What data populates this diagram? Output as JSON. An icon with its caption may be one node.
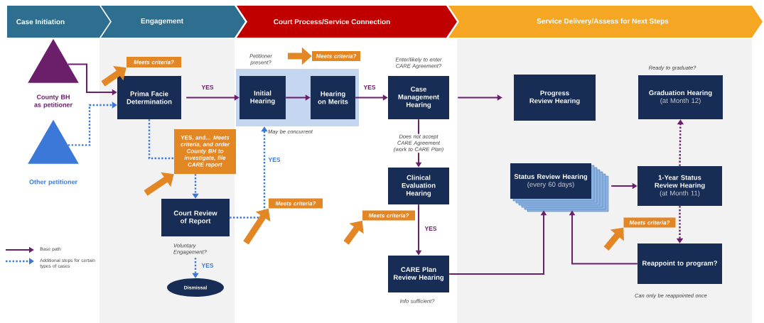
{
  "diagram": {
    "nodes": [
      {
        "text": [
          "Case Initiation"
        ]
      },
      {
        "text": [
          "Engagement"
        ]
      },
      {
        "text": [
          "Court Process/Service Connection"
        ]
      },
      {
        "text": [
          "Service Delivery/Assess for Next Steps"
        ]
      },
      {
        "text": [
          "County BH as petitioner"
        ]
      },
      {
        "text": [
          "Other petitioner"
        ]
      },
      {
        "text": [
          "Prima Facie Determination"
        ]
      },
      {
        "text": [
          "Meets criteria?"
        ]
      },
      {
        "text": [],
        "shape": "box",
        "beside": [
          "May be concurrent"
        ]
      },
      {
        "text": [
          "Initial Hearing"
        ],
        "in": 8,
        "beside": [
          "Petitioner present?"
        ]
      },
      {
        "text": [
          "Hearing on Merits"
        ],
        "in": 8
      },
      {
        "text": [
          "Meets criteria?"
        ]
      },
      {
        "text": [
          "YES, and... *Meets criteria, and order County BH to investigate, file CARE report*"
        ]
      },
      {
        "text": [
          "Court Review of Report"
        ],
        "beside": [
          "Voluntary Engagement?"
        ]
      },
      {
        "text": [
          "Meets criteria?"
        ]
      },
      {
        "text": [
          "Dismissal"
        ]
      },
      {
        "text": [
          "Case Management Hearing"
        ],
        "beside": [
          "Enter/likely to enter CARE Agreement?"
        ]
      },
      {
        "text": [
          "Clinical Evaluation Hearing"
        ]
      },
      {
        "text": [
          "Meets criteria?"
        ]
      },
      {
        "text": [
          "CARE Plan Review Hearing"
        ],
        "beside": [
          "Info sufficient?"
        ]
      },
      {
        "text": [
          "Progress Review Hearing"
        ]
      },
      {
        "text": [
          "Status Review Hearing",
          "(every 60 days)"
        ]
      },
      {
        "text": [
          "Graduation Hearing",
          "(at Month 12)"
        ],
        "beside": [
          "Ready to graduate?"
        ]
      },
      {
        "text": [
          "1-Year Status Review Hearing",
          "(at Month 11)"
        ]
      },
      {
        "text": [
          "Meets criteria?"
        ]
      },
      {
        "text": [
          "Reappoint to program?"
        ],
        "beside": [
          "Can only be reappointed once"
        ]
      }
    ],
    "edges": [
      {
        "from": 4,
        "to": 6,
        "arrow": "to"
      },
      {
        "from": 5,
        "to": 6,
        "arrow": "to",
        "style": "dashed",
        "color": "#3b78d8"
      },
      {
        "from": 6,
        "to": 9,
        "arrow": "to",
        "label": "YES"
      },
      {
        "from": 9,
        "to": 10,
        "arrow": "to"
      },
      {
        "from": 10,
        "to": 16,
        "arrow": "to",
        "label": "YES"
      },
      {
        "from": 16,
        "to": 20,
        "arrow": "to"
      },
      {
        "from": 6,
        "to": 12,
        "arrow": "none",
        "style": "dashed",
        "color": "#3b78d8"
      },
      {
        "from": 12,
        "to": 13,
        "arrow": "to",
        "style": "dashed",
        "color": "#3b78d8"
      },
      {
        "from": 13,
        "to": 8,
        "arrow": "to",
        "style": "dashed",
        "color": "#3b78d8",
        "label": "YES"
      },
      {
        "from": 13,
        "to": 15,
        "arrow": "to",
        "style": "dashed",
        "color": "#3b78d8",
        "label": "YES"
      },
      {
        "from": 16,
        "to": 17,
        "arrow": "to",
        "label": "Does not accept CARE Agreement (work to CARE Plan)"
      },
      {
        "from": 17,
        "to": 19,
        "arrow": "to",
        "label": "YES"
      },
      {
        "from": 19,
        "to": 21,
        "arrow": "to"
      },
      {
        "from": 25,
        "to": 21,
        "arrow": "to"
      },
      {
        "from": 21,
        "to": 23,
        "arrow": "to"
      },
      {
        "from": 23,
        "to": 22,
        "arrow": "to",
        "style": "dashed"
      },
      {
        "from": 23,
        "to": 25,
        "arrow": "to",
        "style": "dashed"
      },
      {
        "from": null,
        "to": 7,
        "arrow": "to",
        "style": "thick",
        "color": "#e38624"
      },
      {
        "from": null,
        "to": 11,
        "arrow": "to",
        "style": "thick",
        "color": "#e38624"
      },
      {
        "from": null,
        "to": 12,
        "arrow": "to",
        "style": "thick",
        "color": "#e38624"
      },
      {
        "from": null,
        "to": 14,
        "arrow": "to",
        "style": "thick",
        "color": "#e38624"
      },
      {
        "from": null,
        "to": 18,
        "arrow": "to",
        "style": "thick",
        "color": "#e38624"
      },
      {
        "from": null,
        "to": 24,
        "arrow": "to",
        "style": "thick",
        "color": "#e38624"
      }
    ],
    "legend": [
      {
        "text": "Base path"
      },
      {
        "text": "Additional steps for certain types of cases"
      }
    ]
  }
}
